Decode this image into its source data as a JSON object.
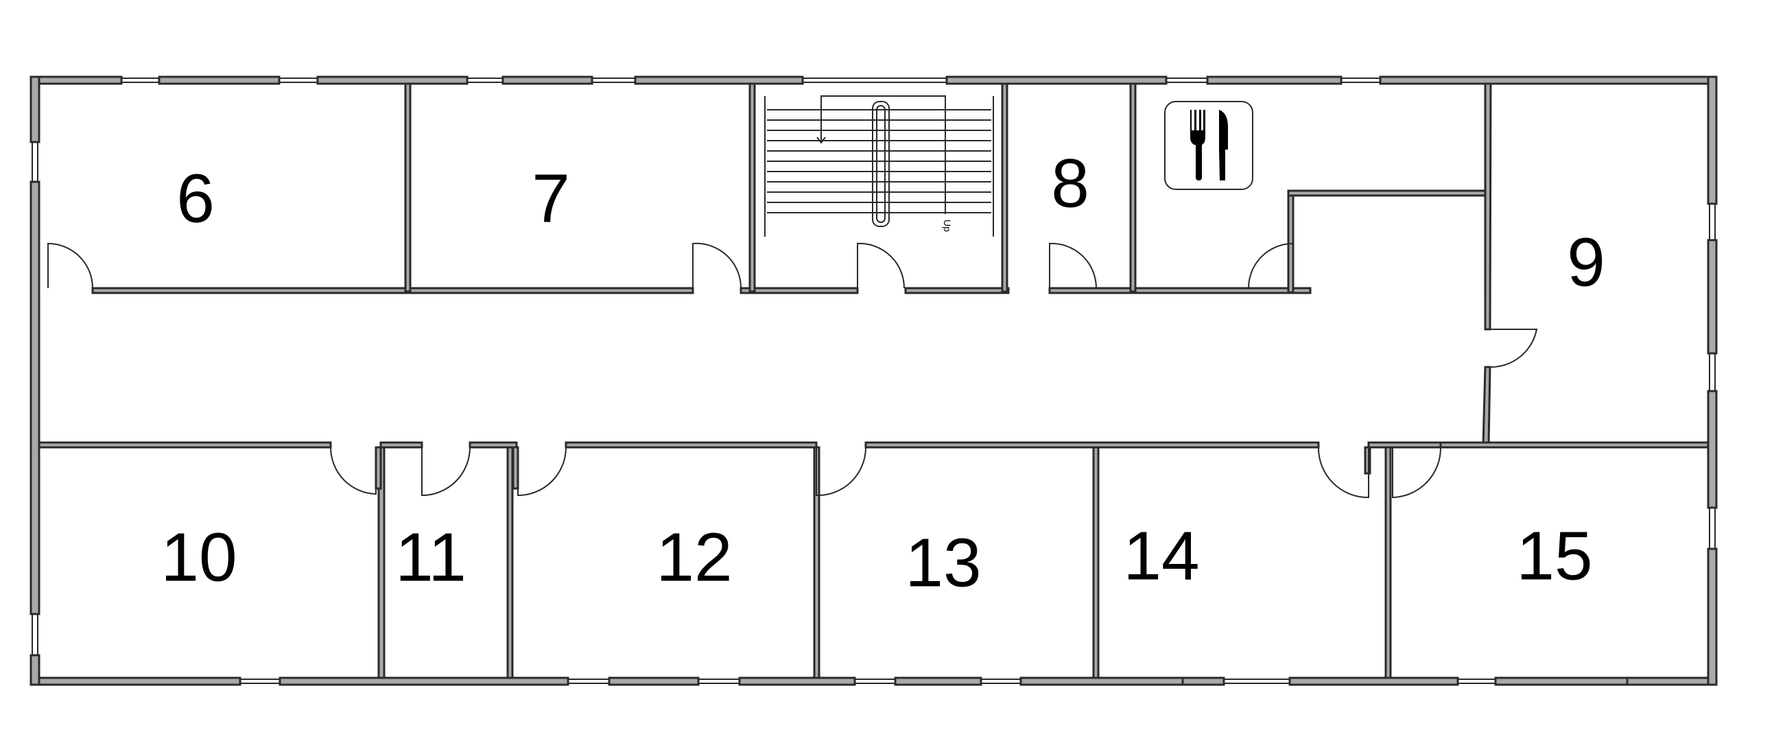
{
  "rooms": [
    {
      "id": "room-6",
      "label": "6"
    },
    {
      "id": "room-7",
      "label": "7"
    },
    {
      "id": "room-8",
      "label": "8"
    },
    {
      "id": "room-9",
      "label": "9"
    },
    {
      "id": "room-10",
      "label": "10"
    },
    {
      "id": "room-11",
      "label": "11"
    },
    {
      "id": "room-12",
      "label": "12"
    },
    {
      "id": "room-13",
      "label": "13"
    },
    {
      "id": "room-14",
      "label": "14"
    },
    {
      "id": "room-15",
      "label": "15"
    }
  ],
  "stairs": {
    "direction_label": "Up"
  },
  "icons": {
    "restaurant": "fork-knife-icon"
  },
  "colors": {
    "wall_fill": "#a9a9a9",
    "wall_stroke": "#2a2a2a"
  }
}
